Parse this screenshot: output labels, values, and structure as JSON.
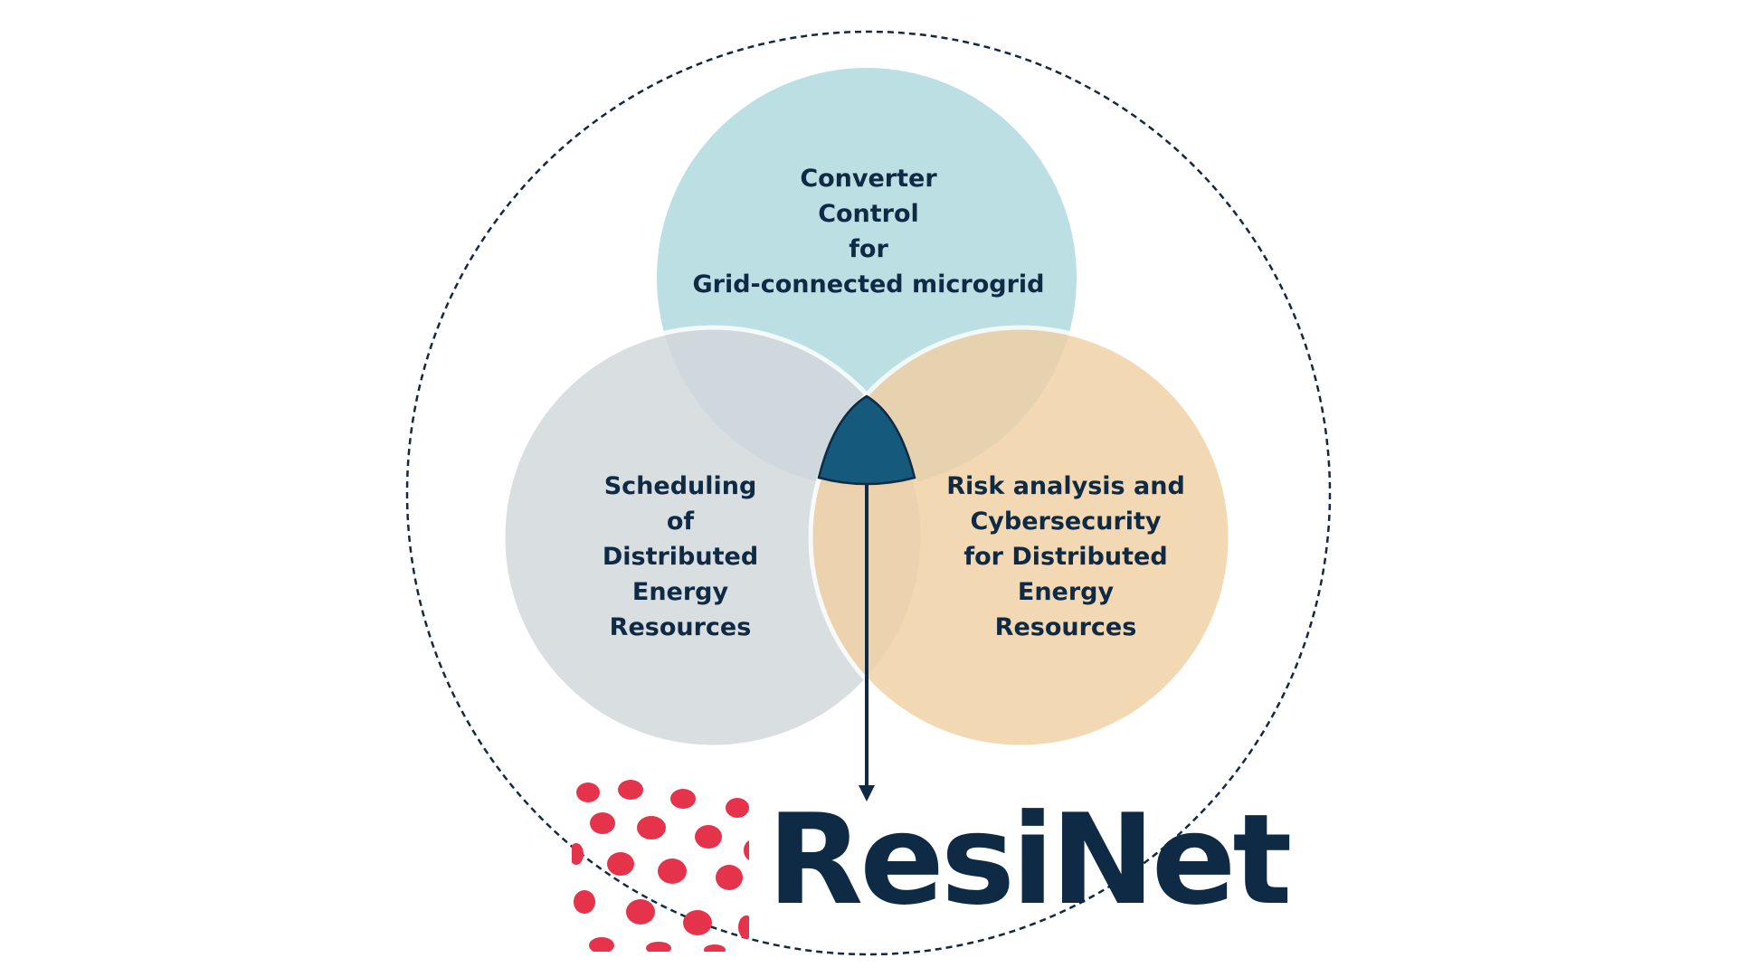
{
  "diagram": {
    "circles": [
      {
        "id": "top",
        "label": "Converter\nControl\nfor\nGrid-connected microgrid",
        "color": "#b7dde2"
      },
      {
        "id": "left",
        "label": "Scheduling\nof\nDistributed\nEnergy\nResources",
        "color": "#d3d9dc"
      },
      {
        "id": "right",
        "label": "Risk analysis and\nCybersecurity\nfor Distributed\nEnergy\nResources",
        "color": "#f1d0a4"
      }
    ],
    "intersection_color": "#155a7d",
    "arrow_color": "#0f2a44",
    "outer_ring_color": "#0f2a44"
  },
  "brand": {
    "name": "ResiNet",
    "text_color": "#0f2a44",
    "dot_color": "#e5334b"
  }
}
